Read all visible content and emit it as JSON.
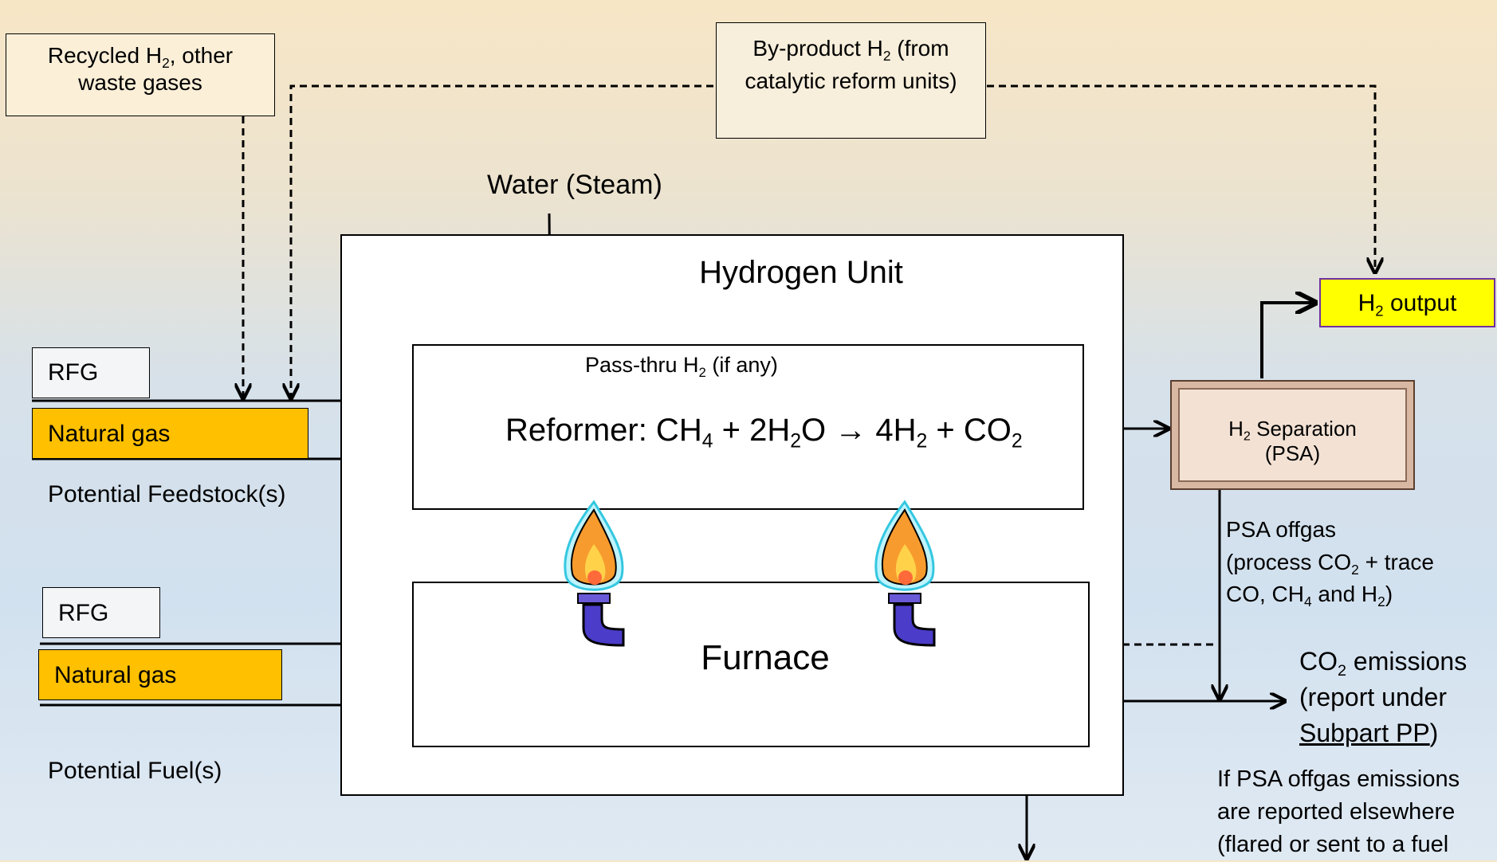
{
  "recycled": {
    "pre": "Recycled H",
    "sub": "2",
    "post": ", other waste gases"
  },
  "byproduct": {
    "pre": "By-product H",
    "sub": "2",
    "post": " (from catalytic reform units)"
  },
  "water": "Water (Steam)",
  "hydrogen_unit": "Hydrogen Unit",
  "passthru": {
    "pre": "Pass-thru H",
    "sub": "2",
    "post": " (if any)"
  },
  "reformer": {
    "t1": "Reformer: CH",
    "s1": "4",
    "t2": " + 2H",
    "s2": "2",
    "t3": "O → 4H",
    "s3": "2",
    "t4": " + CO",
    "s4": "2"
  },
  "furnace": "Furnace",
  "feedstock": {
    "rfg": "RFG",
    "natural_gas": "Natural gas",
    "caption": "Potential Feedstock(s)"
  },
  "fuel": {
    "rfg": "RFG",
    "natural_gas": "Natural gas",
    "caption": "Potential Fuel(s)"
  },
  "h2_output": {
    "pre": "H",
    "sub": "2",
    "post": " output"
  },
  "separation": {
    "pre": "H",
    "sub": "2",
    "post": " Separation",
    "line2": "(PSA)"
  },
  "psa_offgas": {
    "l1": "PSA offgas",
    "l2a": "(process CO",
    "l2s": "2",
    "l2b": " + trace",
    "l3a": "CO, CH",
    "l3s": "4",
    "l3b": " and H",
    "l3s2": "2",
    "l3c": ")"
  },
  "co2_emissions": {
    "pre": "CO",
    "sub": "2",
    "post": " emissions",
    "l2": "(report under",
    "l3": "Subpart PP",
    "l3b": ")"
  },
  "note": {
    "l1": "If PSA offgas emissions",
    "l2": "are reported elsewhere",
    "l3": "(flared or sent to a fuel"
  },
  "colors": {
    "natural_gas": "#ffc000",
    "h2_output": "#ffff00",
    "h2_output_border": "#7030a0"
  }
}
